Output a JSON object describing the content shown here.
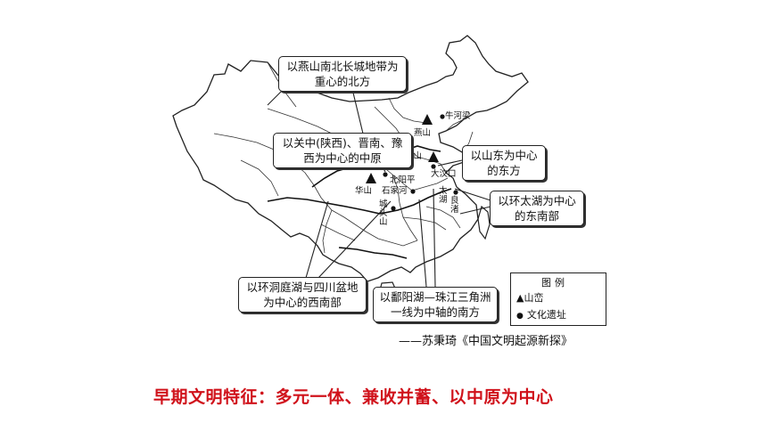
{
  "map": {
    "callouts": [
      {
        "id": "north",
        "lines": [
          "以燕山南北长城地带为",
          "重心的北方"
        ]
      },
      {
        "id": "central",
        "lines": [
          "以关中(陕西)、晋南、豫",
          "西为中心的中原"
        ]
      },
      {
        "id": "east",
        "lines": [
          "以山东为中心",
          "的东方"
        ]
      },
      {
        "id": "southeast",
        "lines": [
          "以环太湖为中心",
          "的东南部"
        ]
      },
      {
        "id": "southwest",
        "lines": [
          "以环洞庭湖与四川盆地",
          "为中心的西南部"
        ]
      },
      {
        "id": "south",
        "lines": [
          "以鄱阳湖—珠江三角洲",
          "一线为中轴的南方"
        ]
      }
    ],
    "places": {
      "niuheliang": "牛河梁",
      "yanshan": "燕山",
      "taishan": "泰山",
      "dawenkou": "大汶口",
      "huashan": "华山",
      "beiyangping": "北阳平",
      "shijiahe": "石家河",
      "chengtoushan": "城头山",
      "taihu": "太湖",
      "liangzhu": "良渚"
    },
    "legend": {
      "title": "图例",
      "mountain_symbol": "▲",
      "mountain": "山峦",
      "site_symbol": "●",
      "site": "文化遗址"
    }
  },
  "source": "——苏秉琦《中国文明起源新探》",
  "headline": "早期文明特征：多元一体、兼收并蓄、以中原为中心",
  "colors": {
    "headline": "#d0121b",
    "outline": "#222222"
  }
}
